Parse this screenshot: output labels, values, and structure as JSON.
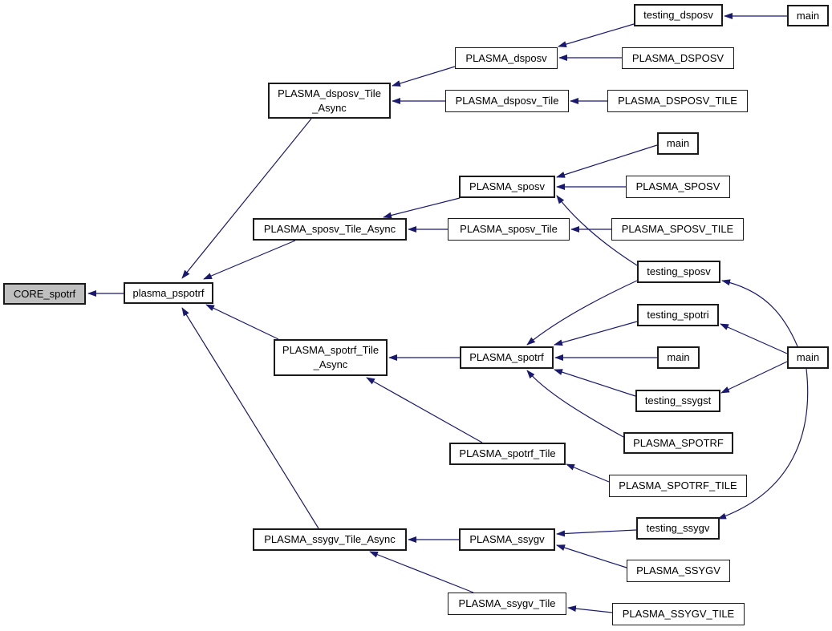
{
  "diagram": {
    "type": "call-graph",
    "root_function": "CORE_spotrf",
    "colors": {
      "background": "#ffffff",
      "edge": "#191970",
      "node_fill": "#ffffff",
      "node_border": "#1a1a1a",
      "highlight_fill": "#bfbfbf",
      "text": "#000000"
    },
    "nodes": [
      {
        "id": "core_spotrf",
        "label": "CORE_spotrf",
        "highlighted": true
      },
      {
        "id": "plasma_pspotrf",
        "label": "plasma_pspotrf",
        "highlighted": false
      },
      {
        "id": "plasma_dsposv_tile_async",
        "label": "PLASMA_dsposv_Tile\n_Async",
        "highlighted": false
      },
      {
        "id": "plasma_dsposv",
        "label": "PLASMA_dsposv",
        "highlighted": false
      },
      {
        "id": "testing_dsposv",
        "label": "testing_dsposv",
        "highlighted": false
      },
      {
        "id": "main_dsposv",
        "label": "main",
        "highlighted": false
      },
      {
        "id": "plasma_dsposv_caps",
        "label": "PLASMA_DSPOSV",
        "highlighted": false
      },
      {
        "id": "plasma_dsposv_tile",
        "label": "PLASMA_dsposv_Tile",
        "highlighted": false
      },
      {
        "id": "plasma_dsposv_tile_caps",
        "label": "PLASMA_DSPOSV_TILE",
        "highlighted": false
      },
      {
        "id": "plasma_sposv_tile_async",
        "label": "PLASMA_sposv_Tile_Async",
        "highlighted": false
      },
      {
        "id": "plasma_sposv",
        "label": "PLASMA_sposv",
        "highlighted": false
      },
      {
        "id": "main_sposv",
        "label": "main",
        "highlighted": false
      },
      {
        "id": "plasma_sposv_caps",
        "label": "PLASMA_SPOSV",
        "highlighted": false
      },
      {
        "id": "plasma_sposv_tile",
        "label": "PLASMA_sposv_Tile",
        "highlighted": false
      },
      {
        "id": "plasma_sposv_tile_caps",
        "label": "PLASMA_SPOSV_TILE",
        "highlighted": false
      },
      {
        "id": "testing_sposv",
        "label": "testing_sposv",
        "highlighted": false
      },
      {
        "id": "plasma_spotrf_tile_async",
        "label": "PLASMA_spotrf_Tile\n_Async",
        "highlighted": false
      },
      {
        "id": "plasma_spotrf",
        "label": "PLASMA_spotrf",
        "highlighted": false
      },
      {
        "id": "testing_spotri",
        "label": "testing_spotri",
        "highlighted": false
      },
      {
        "id": "main_spotrf",
        "label": "main",
        "highlighted": false
      },
      {
        "id": "testing_ssygst",
        "label": "testing_ssygst",
        "highlighted": false
      },
      {
        "id": "main_right",
        "label": "main",
        "highlighted": false
      },
      {
        "id": "plasma_spotrf_caps",
        "label": "PLASMA_SPOTRF",
        "highlighted": false
      },
      {
        "id": "plasma_spotrf_tile",
        "label": "PLASMA_spotrf_Tile",
        "highlighted": false
      },
      {
        "id": "plasma_spotrf_tile_caps",
        "label": "PLASMA_SPOTRF_TILE",
        "highlighted": false
      },
      {
        "id": "plasma_ssygv_tile_async",
        "label": "PLASMA_ssygv_Tile_Async",
        "highlighted": false
      },
      {
        "id": "plasma_ssygv",
        "label": "PLASMA_ssygv",
        "highlighted": false
      },
      {
        "id": "testing_ssygv",
        "label": "testing_ssygv",
        "highlighted": false
      },
      {
        "id": "plasma_ssygv_caps",
        "label": "PLASMA_SSYGV",
        "highlighted": false
      },
      {
        "id": "plasma_ssygv_tile",
        "label": "PLASMA_ssygv_Tile",
        "highlighted": false
      },
      {
        "id": "plasma_ssygv_tile_caps",
        "label": "PLASMA_SSYGV_TILE",
        "highlighted": false
      }
    ],
    "edges": [
      {
        "from": "plasma_pspotrf",
        "to": "core_spotrf"
      },
      {
        "from": "plasma_dsposv_tile_async",
        "to": "plasma_pspotrf"
      },
      {
        "from": "plasma_sposv_tile_async",
        "to": "plasma_pspotrf"
      },
      {
        "from": "plasma_spotrf_tile_async",
        "to": "plasma_pspotrf"
      },
      {
        "from": "plasma_ssygv_tile_async",
        "to": "plasma_pspotrf"
      },
      {
        "from": "plasma_dsposv",
        "to": "plasma_dsposv_tile_async"
      },
      {
        "from": "plasma_dsposv_tile",
        "to": "plasma_dsposv_tile_async"
      },
      {
        "from": "testing_dsposv",
        "to": "plasma_dsposv"
      },
      {
        "from": "plasma_dsposv_caps",
        "to": "plasma_dsposv"
      },
      {
        "from": "main_dsposv",
        "to": "testing_dsposv"
      },
      {
        "from": "plasma_dsposv_tile_caps",
        "to": "plasma_dsposv_tile"
      },
      {
        "from": "plasma_sposv",
        "to": "plasma_sposv_tile_async"
      },
      {
        "from": "plasma_sposv_tile",
        "to": "plasma_sposv_tile_async"
      },
      {
        "from": "main_sposv",
        "to": "plasma_sposv"
      },
      {
        "from": "plasma_sposv_caps",
        "to": "plasma_sposv"
      },
      {
        "from": "testing_sposv",
        "to": "plasma_sposv"
      },
      {
        "from": "plasma_sposv_tile_caps",
        "to": "plasma_sposv_tile"
      },
      {
        "from": "plasma_spotrf",
        "to": "plasma_spotrf_tile_async"
      },
      {
        "from": "plasma_spotrf_tile",
        "to": "plasma_spotrf_tile_async"
      },
      {
        "from": "testing_sposv",
        "to": "plasma_spotrf"
      },
      {
        "from": "testing_spotri",
        "to": "plasma_spotrf"
      },
      {
        "from": "main_spotrf",
        "to": "plasma_spotrf"
      },
      {
        "from": "testing_ssygst",
        "to": "plasma_spotrf"
      },
      {
        "from": "plasma_spotrf_caps",
        "to": "plasma_spotrf"
      },
      {
        "from": "plasma_spotrf_tile_caps",
        "to": "plasma_spotrf_tile"
      },
      {
        "from": "main_right",
        "to": "testing_spotri"
      },
      {
        "from": "main_right",
        "to": "testing_sposv"
      },
      {
        "from": "main_right",
        "to": "testing_ssygst"
      },
      {
        "from": "main_right",
        "to": "testing_ssygv"
      },
      {
        "from": "testing_ssygv",
        "to": "plasma_ssygv"
      },
      {
        "from": "plasma_ssygv_caps",
        "to": "plasma_ssygv"
      },
      {
        "from": "plasma_ssygv",
        "to": "plasma_ssygv_tile_async"
      },
      {
        "from": "plasma_ssygv_tile",
        "to": "plasma_ssygv_tile_async"
      },
      {
        "from": "plasma_ssygv_tile_caps",
        "to": "plasma_ssygv_tile"
      }
    ]
  }
}
